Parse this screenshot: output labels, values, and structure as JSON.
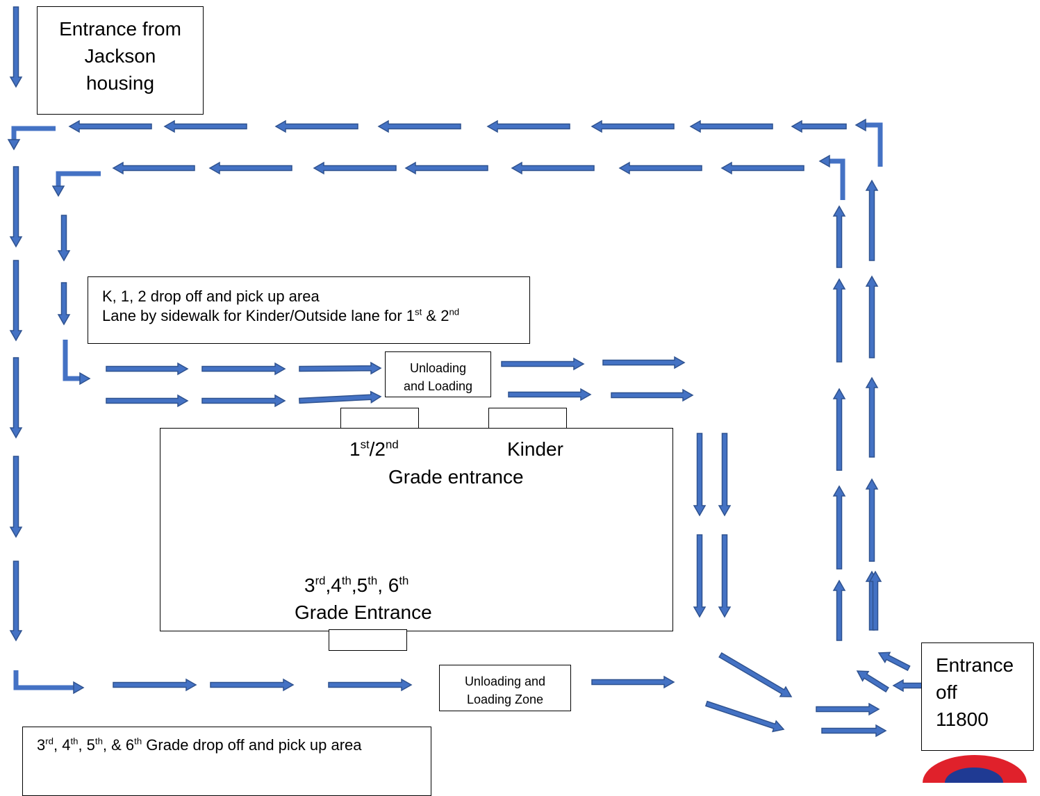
{
  "labels": {
    "jackson": [
      "Entrance from",
      "Jackson",
      "housing"
    ],
    "entrance_11800": [
      "Entrance",
      "off",
      "11800"
    ],
    "k12_area_line1": "K, 1, 2 drop off and pick up area",
    "k12_area_line2_pre": "Lane by sidewalk for Kinder/Outside lane for 1",
    "k12_area_sup1": "st",
    "k12_area_mid": " & 2",
    "k12_area_sup2": "nd",
    "unloading_top": [
      "Unloading",
      "and Loading"
    ],
    "unloading_bottom": [
      "Unloading and",
      "Loading  Zone"
    ],
    "grade12_num1": "1",
    "grade12_sup1": "st",
    "grade12_slash": "/2",
    "grade12_sup2": "nd",
    "kinder": "Kinder",
    "grade_entrance": "Grade entrance",
    "grade36_n3": "3",
    "grade36_s3": "rd",
    "grade36_n4": ",4",
    "grade36_s4": "th",
    "grade36_n5": ",5",
    "grade36_s5": "th",
    "grade36_n6": ", 6",
    "grade36_s6": "th",
    "grade36_entrance": "Grade Entrance",
    "area36_n3": "3",
    "area36_s3": "rd",
    "area36_n4": ", 4",
    "area36_s4": "th",
    "area36_n5": ", 5",
    "area36_s5": "th",
    "area36_n6": ", & 6",
    "area36_s6": "th",
    "area36_rest": " Grade drop off and pick up area"
  },
  "colors": {
    "arrow_fill": "#4472c4",
    "arrow_stroke": "#2f528f",
    "logo_red": "#e0212b",
    "logo_blue": "#1f3a93"
  },
  "icons": {
    "direction": "arrow-icon",
    "logo": "school-logo-icon"
  }
}
